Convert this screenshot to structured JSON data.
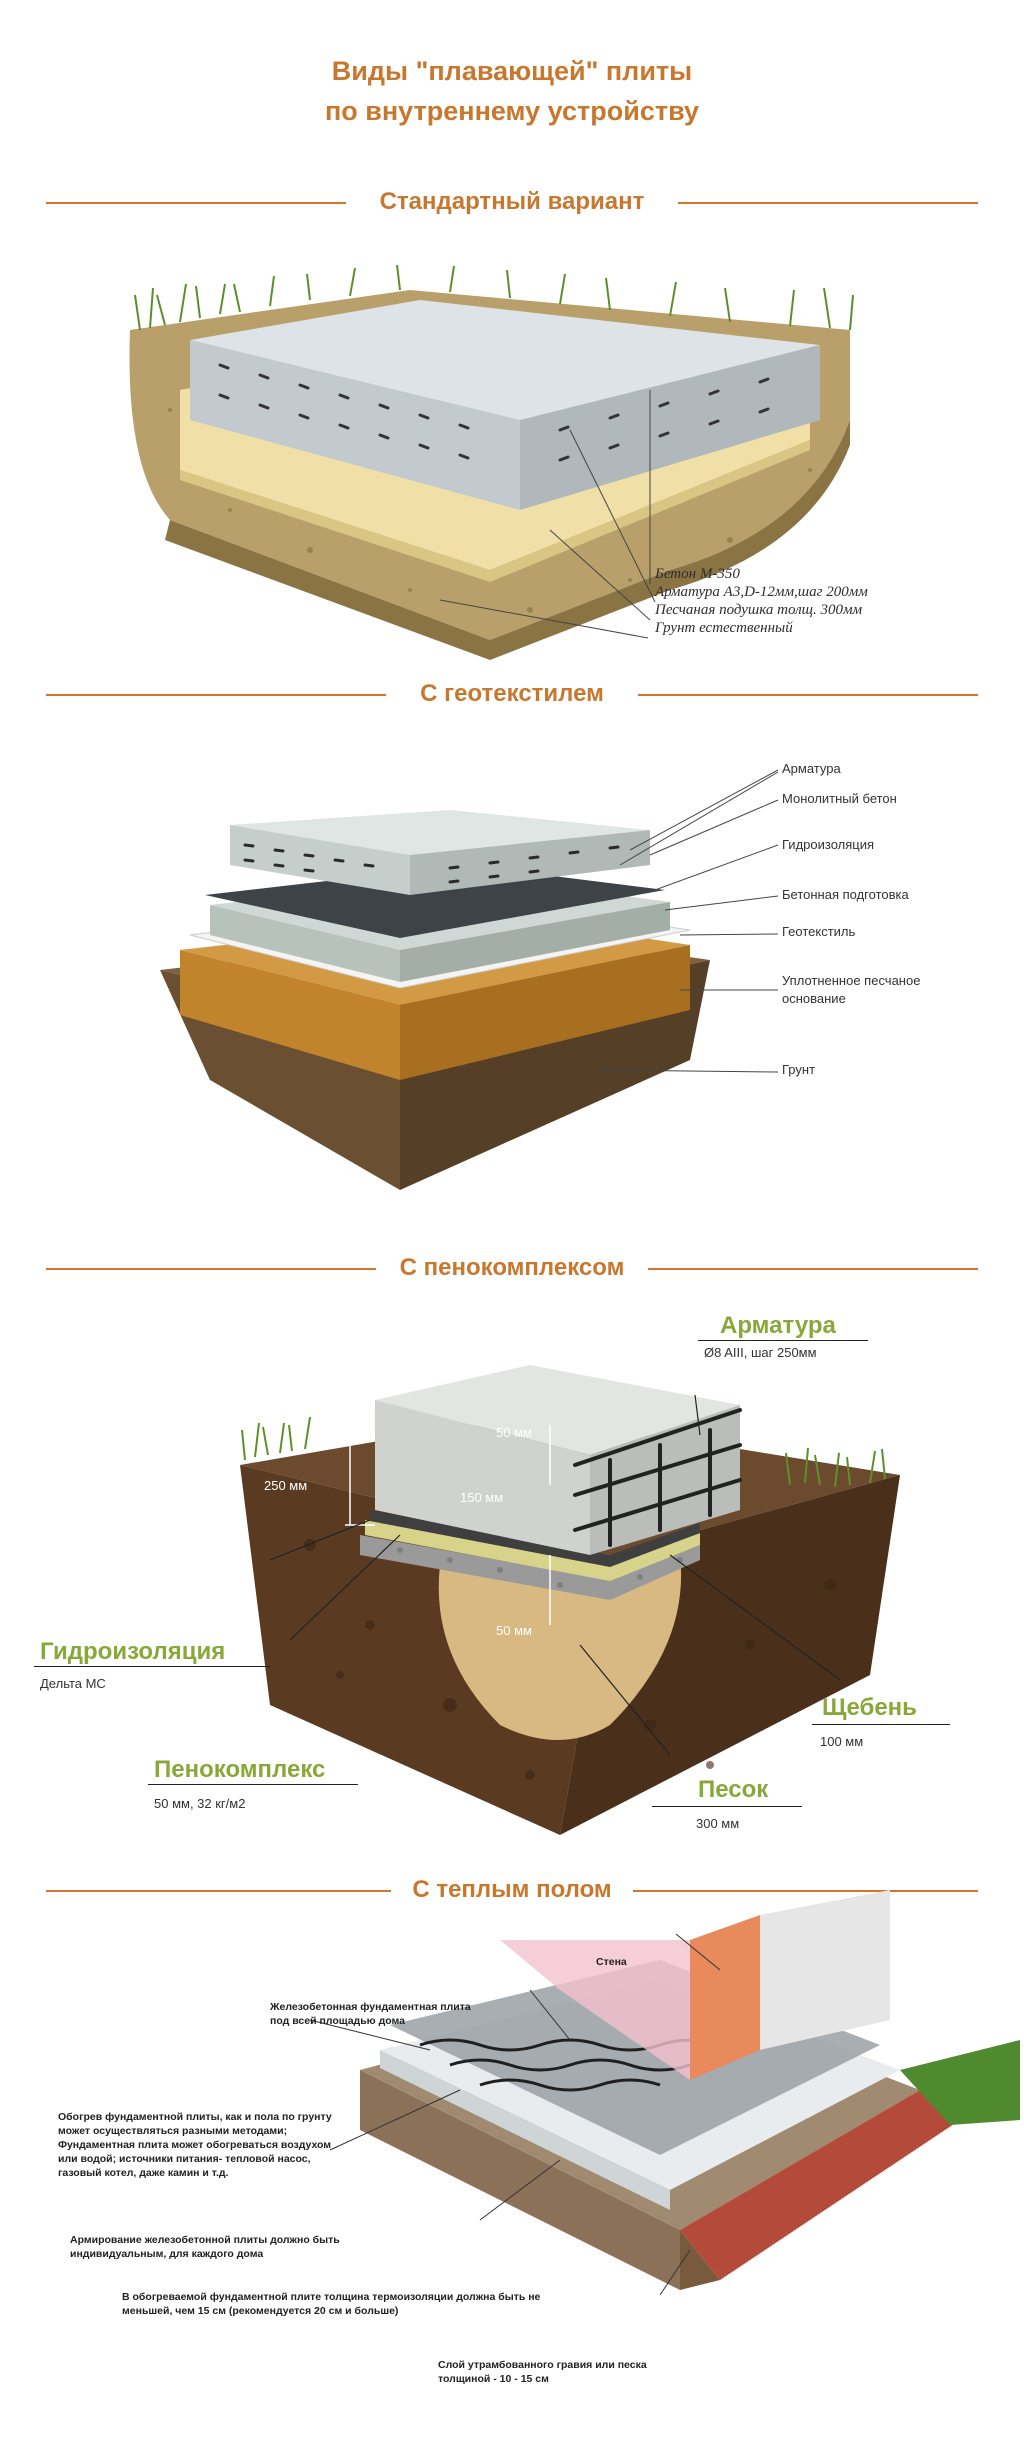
{
  "title": {
    "line1": "Виды \"плавающей\" плиты",
    "line2": "по внутреннему устройству"
  },
  "colors": {
    "accent": "#c8782e",
    "green_label": "#8aa73a"
  },
  "sections": [
    {
      "heading": "Стандартный вариант",
      "labels": [
        "Бетон М-350",
        "Арматура А3,D-12мм,шаг 200мм",
        "Песчаная подушка толщ. 300мм",
        "Грунт естественный"
      ]
    },
    {
      "heading": "С геотекстилем",
      "labels": [
        "Арматура",
        "Монолитный бетон",
        "Гидроизоляция",
        "Бетонная подготовка",
        "Геотекстиль",
        "Уплотненное песчаное основание",
        "Грунт"
      ]
    },
    {
      "heading": "С пенокомплексом",
      "callouts": {
        "armatura_title": "Арматура",
        "armatura_sub": "Ø8 AIII, шаг 250мм",
        "gidro_title": "Гидроизоляция",
        "gidro_sub": "Дельта МС",
        "shcheben_title": "Щебень",
        "shcheben_sub": "100 мм",
        "penokompleks_title": "Пенокомплекс",
        "penokompleks_sub": "50 мм, 32 кг/м2",
        "pesok_title": "Песок",
        "pesok_sub": "300 мм"
      },
      "dimensions": [
        "50 мм",
        "250 мм",
        "150 мм",
        "50 мм"
      ]
    },
    {
      "heading": "С теплым полом",
      "labels": {
        "wall": "Стена",
        "slab": "Железобетонная фундаментная плита под всей площадью дома",
        "heating": "Обогрев фундаментной плиты, как и пола по грунту может осуществляться разными методами; Фундаментная плита может обогреваться воздухом или водой; источники питания- тепловой насос, газовый котел, даже камин и т.д.",
        "reinforcement": "Армирование железобетонной плиты должно быть индивидуальным, для каждого дома",
        "insulation": "В обогреваемой фундаментной плите толщина термоизоляции должна быть не меньшей, чем 15 см (рекомендуется 20 см и больше)",
        "gravel": "Слой утрамбованного гравия или песка толщиной - 10 - 15 см"
      }
    }
  ]
}
